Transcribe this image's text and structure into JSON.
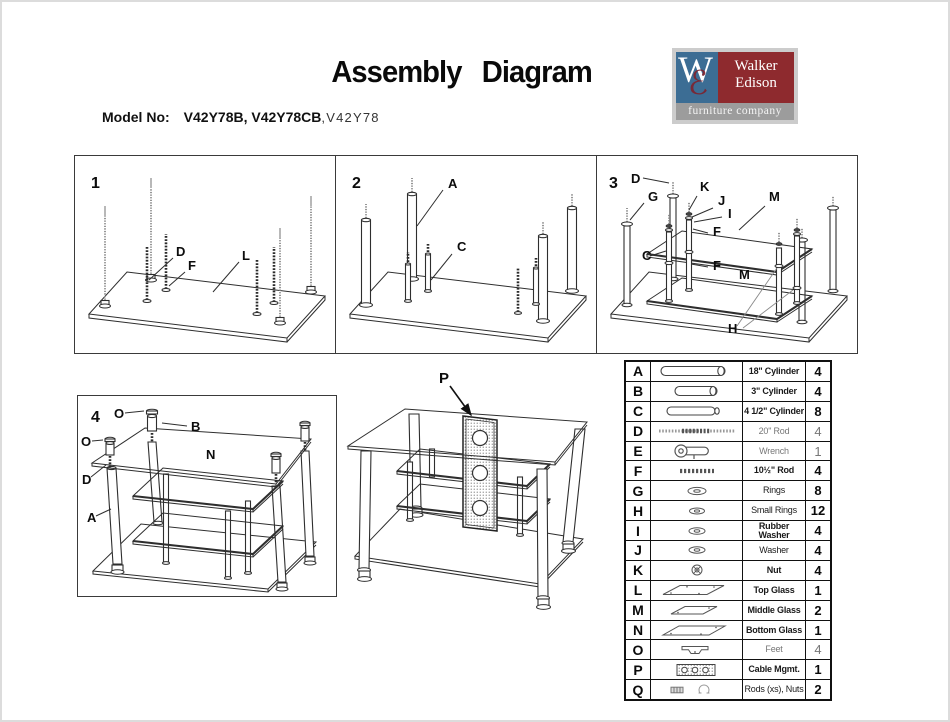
{
  "title": "Assembly Diagram",
  "logo": {
    "monogram_w": "W",
    "monogram_e": "ℰ",
    "name_top": "Walker",
    "name_bottom": "Edison",
    "tagline": "furniture company",
    "colors": {
      "blue": "#3c6d94",
      "red": "#8e2a2e",
      "gray": "#9c9c9c",
      "e_script": "#7d2430"
    }
  },
  "model": {
    "label": "Model No:",
    "models_bold": "V42Y78B, V42Y78CB",
    "model_light": ",V42Y78"
  },
  "steps": [
    {
      "number": "1",
      "labels": [
        "D",
        "F",
        "L"
      ]
    },
    {
      "number": "2",
      "labels": [
        "A",
        "C"
      ]
    },
    {
      "number": "3",
      "labels": [
        "D",
        "G",
        "K",
        "J",
        "I",
        "M",
        "F",
        "C",
        "F",
        "M",
        "H"
      ]
    },
    {
      "number": "4",
      "labels": [
        "O",
        "B",
        "O",
        "D",
        "N",
        "A"
      ]
    },
    {
      "number": "",
      "labels": [
        "P"
      ]
    }
  ],
  "parts_table": {
    "rows": [
      {
        "letter": "A",
        "icon": "cylinder-18-icon",
        "name": "18\" Cylinder",
        "qty": "4",
        "weight": "bold"
      },
      {
        "letter": "B",
        "icon": "cylinder-3-icon",
        "name": "3\" Cylinder",
        "qty": "4",
        "weight": "bold"
      },
      {
        "letter": "C",
        "icon": "cylinder-4half-icon",
        "name": "4 1/2\" Cylinder",
        "qty": "8",
        "weight": "bold"
      },
      {
        "letter": "D",
        "icon": "rod-20-icon",
        "name": "20\" Rod",
        "qty": "4",
        "weight": "light"
      },
      {
        "letter": "E",
        "icon": "wrench-icon",
        "name": "Wrench",
        "qty": "1",
        "weight": "light"
      },
      {
        "letter": "F",
        "icon": "rod-10half-icon",
        "name": "10½\" Rod",
        "qty": "4",
        "weight": "bold"
      },
      {
        "letter": "G",
        "icon": "ring-icon",
        "name": "Rings",
        "qty": "8",
        "weight": "normal"
      },
      {
        "letter": "H",
        "icon": "small-ring-icon",
        "name": "Small Rings",
        "qty": "12",
        "weight": "normal"
      },
      {
        "letter": "I",
        "icon": "rubber-washer-icon",
        "name": "Rubber Washer",
        "qty": "4",
        "weight": "bold"
      },
      {
        "letter": "J",
        "icon": "washer-icon",
        "name": "Washer",
        "qty": "4",
        "weight": "normal"
      },
      {
        "letter": "K",
        "icon": "nut-icon",
        "name": "Nut",
        "qty": "4",
        "weight": "bold"
      },
      {
        "letter": "L",
        "icon": "top-glass-icon",
        "name": "Top Glass",
        "qty": "1",
        "weight": "bold"
      },
      {
        "letter": "M",
        "icon": "middle-glass-icon",
        "name": "Middle Glass",
        "qty": "2",
        "weight": "bold"
      },
      {
        "letter": "N",
        "icon": "bottom-glass-icon",
        "name": "Bottom Glass",
        "qty": "1",
        "weight": "bold"
      },
      {
        "letter": "O",
        "icon": "feet-icon",
        "name": "Feet",
        "qty": "4",
        "weight": "light"
      },
      {
        "letter": "P",
        "icon": "cable-mgmt-icon",
        "name": "Cable Mgmt.",
        "qty": "1",
        "weight": "bold"
      },
      {
        "letter": "Q",
        "icon": "rods-nuts-icon",
        "name": "Rods (xs), Nuts",
        "qty": "2",
        "weight": "normal"
      }
    ]
  }
}
